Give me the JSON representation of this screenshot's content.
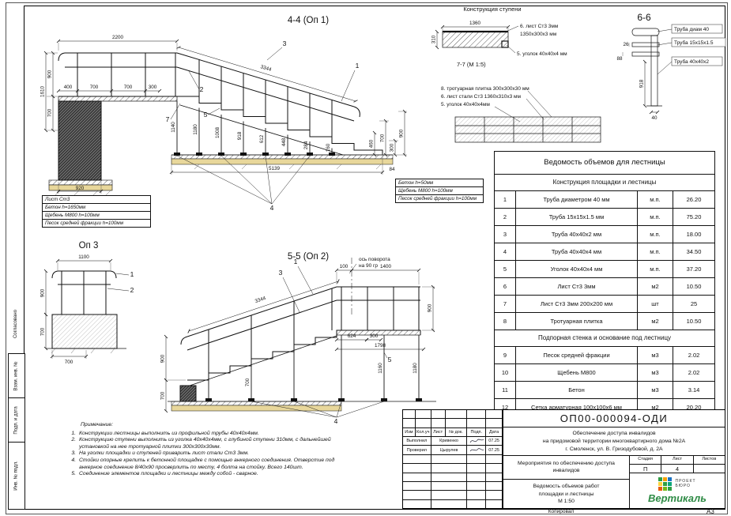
{
  "page": {
    "copied": "Копировал",
    "format": "А3"
  },
  "margins": {
    "agreed": "Согласовано",
    "vzam": "Взам. инв. №",
    "podp": "Подп. и дата",
    "inv": "Инв. № подл."
  },
  "colors": {
    "sand": "#e8d79b",
    "logo_green": "#2e8b45"
  },
  "d44": {
    "title": "4-4 (Оп 1)",
    "dim_top": "2200",
    "dim_slope": "3344",
    "dim_900": "900",
    "dim_700": "700",
    "dim_1610": "1610",
    "seg1": "400",
    "seg2": "700",
    "seg3": "700",
    "seg4": "300",
    "posts": [
      "1140",
      "1180",
      "1008",
      "918",
      "612",
      "448",
      "284",
      "160"
    ],
    "dim_r460": "460",
    "dim_r700": "700",
    "dim_r300": "300",
    "dim_r900": "900",
    "dim_920": "920",
    "dim_5139": "5139",
    "dim_84": "84",
    "c1": "1",
    "c2": "2",
    "c3": "3",
    "c4": "4",
    "c5": "5",
    "c7": "7"
  },
  "step": {
    "title": "Конструкция ступени",
    "dim_1360": "1360",
    "dim_310": "310",
    "lbl_sheet": "6. лист Ст3 3мм",
    "lbl_size": "1350х300х3 мм",
    "lbl_angle": "5. уголок 40х40х4 мм",
    "section": "7-7 (М 1:5)",
    "list": [
      "8. тротуарная плитка 300х300х30 мм",
      "6. лист стали Ст3 1360х310х3 мм",
      "5. уголок 40х40х4мм"
    ]
  },
  "d66": {
    "title": "6-6",
    "lbl_tube": "Труба диам 40",
    "lbl_rail": "Труба 15х15х1.5",
    "lbl_post": "Труба 40х40х2",
    "dim_26": "26",
    "dim_88": "88",
    "dim_918": "918",
    "dim_40": "40"
  },
  "op3": {
    "title": "Оп 3",
    "dim_1100": "1100",
    "dim_900": "900",
    "dim_700": "700",
    "dim_b700": "700",
    "c1": "1",
    "c2": "2"
  },
  "d55": {
    "title": "5-5 (Оп 2)",
    "axis1": "ось поворота",
    "axis2": "на 90 гр",
    "dim_100": "100",
    "dim_1400": "1400",
    "dim_slope": "3344",
    "dim_l900": "900",
    "dim_l700": "700",
    "dim_r900": "900",
    "dim_624": "624",
    "dim_300": "300",
    "dim_1798": "1798",
    "post_700": "700",
    "post_1160": "1160",
    "post_1180": "1180",
    "c1": "1",
    "c3": "3",
    "c4": "4",
    "c5": "5"
  },
  "mats_l": [
    "Лист Ст3",
    "Бетон h=1650мм",
    "Щебень М800 h=100мм",
    "Песок средней фракции h=100мм"
  ],
  "mats_m": [
    "Бетон h=50мм",
    "Щебень М800 h=100мм",
    "Песок средней фракции h=100мм"
  ],
  "table": {
    "title": "Ведомость объемов для лестницы",
    "section1": "Конструкция площадки и лестницы",
    "section2": "Подпорная стенка и основание под лестницу",
    "rows1": [
      {
        "n": "1",
        "name": "Труба диаметром 40 мм",
        "unit": "м.п.",
        "qty": "26.20"
      },
      {
        "n": "2",
        "name": "Труба 15х15х1.5 мм",
        "unit": "м.п.",
        "qty": "75.20"
      },
      {
        "n": "3",
        "name": "Труба 40х40х2 мм",
        "unit": "м.п.",
        "qty": "18.00"
      },
      {
        "n": "4",
        "name": "Труба 40х40х4 мм",
        "unit": "м.п.",
        "qty": "34.50"
      },
      {
        "n": "5",
        "name": "Уголок 40х40х4 мм",
        "unit": "м.п.",
        "qty": "37.20"
      },
      {
        "n": "6",
        "name": "Лист Ст3 3мм",
        "unit": "м2",
        "qty": "10.50"
      },
      {
        "n": "7",
        "name": "Лист Ст3 3мм 200х200 мм",
        "unit": "шт",
        "qty": "25"
      },
      {
        "n": "8",
        "name": "Тротуарная плитка",
        "unit": "м2",
        "qty": "10.50"
      }
    ],
    "rows2": [
      {
        "n": "9",
        "name": "Песок средней фракции",
        "unit": "м3",
        "qty": "2.02"
      },
      {
        "n": "10",
        "name": "Щебень М800",
        "unit": "м3",
        "qty": "2.02"
      },
      {
        "n": "11",
        "name": "Бетон",
        "unit": "м3",
        "qty": "3.14"
      },
      {
        "n": "12",
        "name": "Сетка арматурная 100х100х6 мм",
        "unit": "м2",
        "qty": "20.20"
      }
    ]
  },
  "notes": {
    "title": "Примечание:",
    "items": [
      {
        "n": "1.",
        "text": "Конструкции лестницы выполнить из профильной трубы 40х40х4мм."
      },
      {
        "n": "2.",
        "text": "Конструкцию ступени выполнить из уголка 40х40х4мм, с глубиной ступени 310мм, с дальнейшей установкой на нее тротуарной плитки 300х300х30мм."
      },
      {
        "n": "3.",
        "text": "На уголки площадки и ступеней приварить лист стали Ст3 3мм."
      },
      {
        "n": "4.",
        "text": "Стойки опорные крепить к бетонной площадке с помощью анкерного соединения. Отверстие под анкерное соединение 8/40х90 просверлить по месту, 4 болта на стойку. Всего 140шт."
      },
      {
        "n": "5.",
        "text": "Соединение элементов площадки и лестницы между собой - сварное."
      }
    ]
  },
  "tb": {
    "doc_number": "ОП00-000094-ОДИ",
    "project_line1": "Обеспечение доступа инвалидов",
    "project_line2": "на придомовой территории многоквартирного дома №2А",
    "project_line3": "г. Смоленск, ул. В. Гризодубовой, д. 2А",
    "hdr_izm": "Изм",
    "hdr_kol": "Кол.уч",
    "hdr_list": "Лист",
    "hdr_doc": "№ док.",
    "hdr_podp": "Подп.",
    "hdr_data": "Дата",
    "row1_role": "Выполнил",
    "row1_name": "Кривенко",
    "row1_date": "07.25",
    "row2_role": "Проверил",
    "row2_name": "Цырулев",
    "row2_date": "07.25",
    "object_text": "Мероприятия по обеспечению доступа инвалидов",
    "stage_hdr": "Стадия",
    "sheet_hdr": "Лист",
    "sheets_hdr": "Листов",
    "stage_val": "П",
    "sheet_val": "4",
    "sheets_val": "",
    "sheet_title_1": "Ведомость объемов работ",
    "sheet_title_2": "площадки и лестницы",
    "scale": "М 1:50",
    "logo_small_1": "ПРОЕКТ",
    "logo_small_2": "БЮРО",
    "logo_name": "Вертикаль"
  }
}
